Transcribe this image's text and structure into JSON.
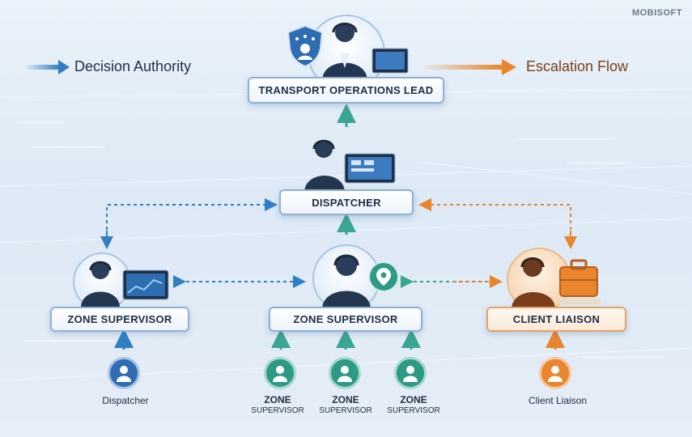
{
  "logo": {
    "name": "MOBISOFT",
    "tagline": ""
  },
  "legend": {
    "left": "Decision Authority",
    "right": "Escalation Flow"
  },
  "nodes": {
    "lead": "TRANSPORT OPERATIONS LEAD",
    "dispatcher": "DISPATCHER",
    "zone_left": "ZONE SUPERVISOR",
    "zone_center": "ZONE SUPERVISOR",
    "client": "CLIENT LIAISON"
  },
  "subs": {
    "left": "Dispatcher",
    "center": [
      {
        "line1": "ZONE",
        "line2": "SUPERVISOR"
      },
      {
        "line1": "ZONE",
        "line2": "SUPERVISOR"
      },
      {
        "line1": "ZONE",
        "line2": "SUPERVISOR"
      }
    ],
    "right": "Client Liaison"
  },
  "colors": {
    "blue": "#2f7fc2",
    "teal": "#3aa692",
    "orange": "#e8852d",
    "navy": "#1e2e44"
  }
}
